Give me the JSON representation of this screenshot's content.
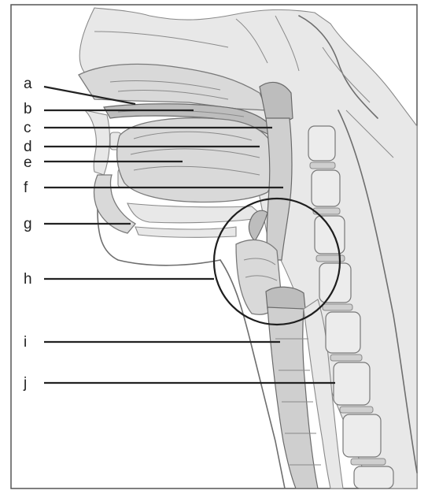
{
  "labels": [
    {
      "id": "a",
      "text": "a"
    },
    {
      "id": "b",
      "text": "b"
    },
    {
      "id": "c",
      "text": "c"
    },
    {
      "id": "d",
      "text": "d"
    },
    {
      "id": "e",
      "text": "e"
    },
    {
      "id": "f",
      "text": "f"
    },
    {
      "id": "g",
      "text": "g"
    },
    {
      "id": "h",
      "text": "h"
    },
    {
      "id": "i",
      "text": "i"
    },
    {
      "id": "j",
      "text": "j"
    }
  ],
  "colors": {
    "line": "#222222",
    "tissue": "#d9d9d9",
    "background": "#ffffff"
  }
}
